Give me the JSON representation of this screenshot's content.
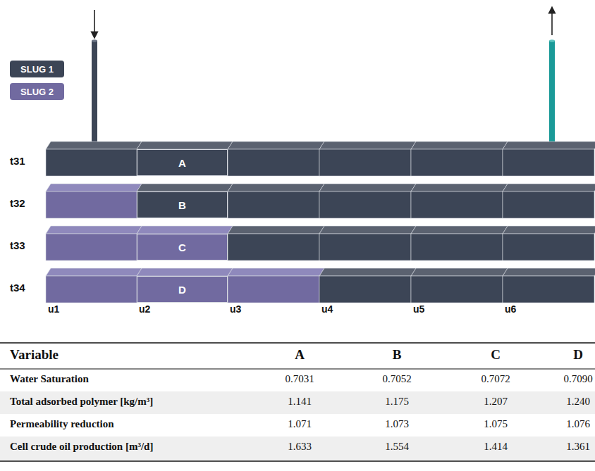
{
  "diagram": {
    "nodes": [
      {
        "text": [
          "A"
        ]
      },
      {
        "text": [
          "B"
        ]
      },
      {
        "text": [
          "C"
        ]
      },
      {
        "text": [
          "D"
        ]
      }
    ],
    "labels": [
      "t31",
      "t32",
      "t33",
      "t34",
      "u1",
      "u2",
      "u3",
      "u4",
      "u5",
      "u6",
      "Variable",
      "A",
      "B",
      "C",
      "D",
      "Water Saturation",
      "0.7031",
      "0.7052",
      "0.7072",
      "0.7090",
      "Total adsorbed polymer [kg/m³]",
      "1.141",
      "1.175",
      "1.207",
      "1.240",
      "Permeability reduction",
      "1.071",
      "1.073",
      "1.075",
      "1.076",
      "Cell crude oil production [m³/d]",
      "1.633",
      "1.554",
      "1.414",
      "1.361"
    ],
    "legend": [
      {
        "text": "SLUG 1",
        "color": "#3c4556"
      },
      {
        "text": "SLUG 2",
        "color": "#716aa0"
      }
    ]
  }
}
